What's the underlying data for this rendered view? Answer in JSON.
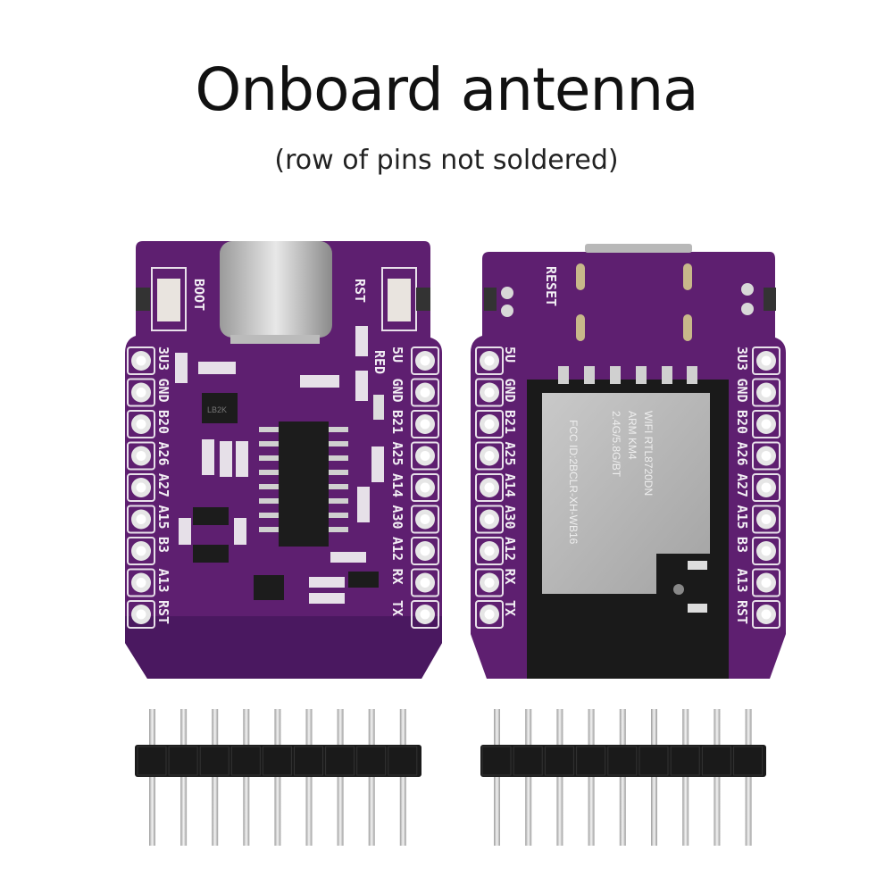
{
  "header": {
    "title": "Onboard antenna",
    "subtitle": "(row of pins not soldered)"
  },
  "front_board": {
    "button_labels": {
      "boot": "BOOT",
      "rst": "RST"
    },
    "led_label": "RED",
    "left_pins": [
      "3U3",
      "GND",
      "B20",
      "A26",
      "A27",
      "A15",
      "B3",
      "A13",
      "RST"
    ],
    "right_pins": [
      "5U",
      "GND",
      "B21",
      "A25",
      "A14",
      "A30",
      "A12",
      "RX",
      "TX"
    ],
    "chip_marking": "LB2K"
  },
  "back_board": {
    "reset_label": "RESET",
    "left_pins": [
      "5U",
      "GND",
      "B21",
      "A25",
      "A14",
      "A30",
      "A12",
      "RX",
      "TX"
    ],
    "right_pins": [
      "3U3",
      "GND",
      "B20",
      "A26",
      "A27",
      "A15",
      "B3",
      "A13",
      "RST"
    ],
    "module_text": [
      "WIFI RTL8720DN",
      "ARM KM4",
      "2.4G/5.8G/BT",
      "FCC ID:2BCLR-XH-WB16"
    ]
  },
  "pin_headers": {
    "count": 2,
    "pins_per_header": 9
  },
  "colors": {
    "pcb": "#5e1f70",
    "pcb_dark": "#4a1860",
    "shield": "#b9b9b9",
    "header": "#1a1a1a",
    "pin": "#d8d8d8"
  }
}
